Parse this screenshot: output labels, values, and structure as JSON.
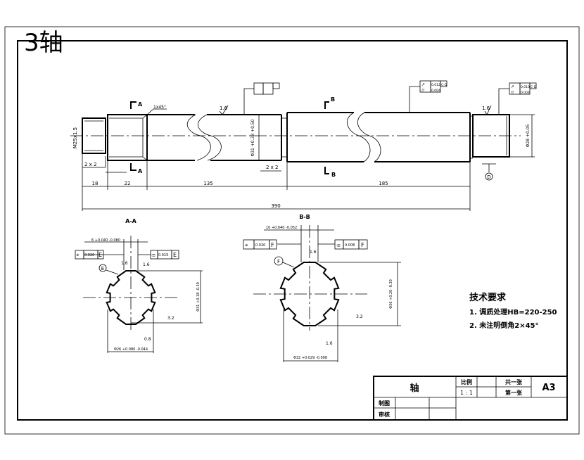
{
  "header": {
    "label": "3轴",
    "color": "#ff0000"
  },
  "main_view": {
    "section_marks": {
      "a": "A",
      "b": "B"
    },
    "chamfer_note": "1x45°",
    "thread": "M25x1.5",
    "roughness": [
      "1.6",
      "1.6"
    ],
    "undercuts": [
      "2 x 2",
      "2 x 2"
    ],
    "diameters": [
      "Φ31 +0.38 +0.50",
      "Φ28 +0.05"
    ],
    "datum": "D",
    "tolerance_frames": [
      {
        "symbols": [
          "↗",
          "⌭"
        ],
        "values": [
          "0.012",
          "0.004"
        ],
        "datum": "C-D"
      },
      {
        "symbols": [
          "↗",
          "⌭"
        ],
        "values": [
          "0.010",
          "0.004"
        ],
        "datum": "C-D"
      }
    ],
    "dimensions": {
      "d18": "18",
      "d22": "22",
      "d135": "135",
      "d185": "185",
      "total": "390"
    }
  },
  "section_aa": {
    "title": "A-A",
    "key_width": "6 +0.040 -0.080",
    "position_frame": {
      "symbol": "⌖",
      "value": "0.020",
      "datum": "E"
    },
    "symmetry_frame": {
      "symbol": "⌯",
      "value": "0.015",
      "datum": "E"
    },
    "datum": "E",
    "roughness": [
      "1.6",
      "1.6",
      "3.2",
      "0.8"
    ],
    "depth": "Φ31 +0.18 -0.30",
    "outer": "Φ26 +0.080 -0.044"
  },
  "section_bb": {
    "title": "B-B",
    "key_width": "10 +0.040 -0.052",
    "position_frame": {
      "symbol": "⌖",
      "value": "0.020",
      "datum": "F"
    },
    "symmetry_frame": {
      "symbol": "⌯",
      "value": "0.008",
      "datum": "F"
    },
    "datum": "F",
    "roughness": [
      "1.6",
      "3.2",
      "1.6"
    ],
    "depth": "Φ36 +0.20 -0.30",
    "outer": "Φ32 +0.029 -0.008"
  },
  "tech_requirements": {
    "title": "技术要求",
    "items": [
      "1. 调质处理HB=220-250",
      "2. 未注明倒角2×45°"
    ]
  },
  "title_block": {
    "part_name": "轴",
    "scale_label": "比例",
    "scale": "1 : 1",
    "sheets_total": "共一张",
    "sheet_no": "第一张",
    "size": "A3",
    "drawn_label": "制图",
    "checked_label": "审核"
  }
}
